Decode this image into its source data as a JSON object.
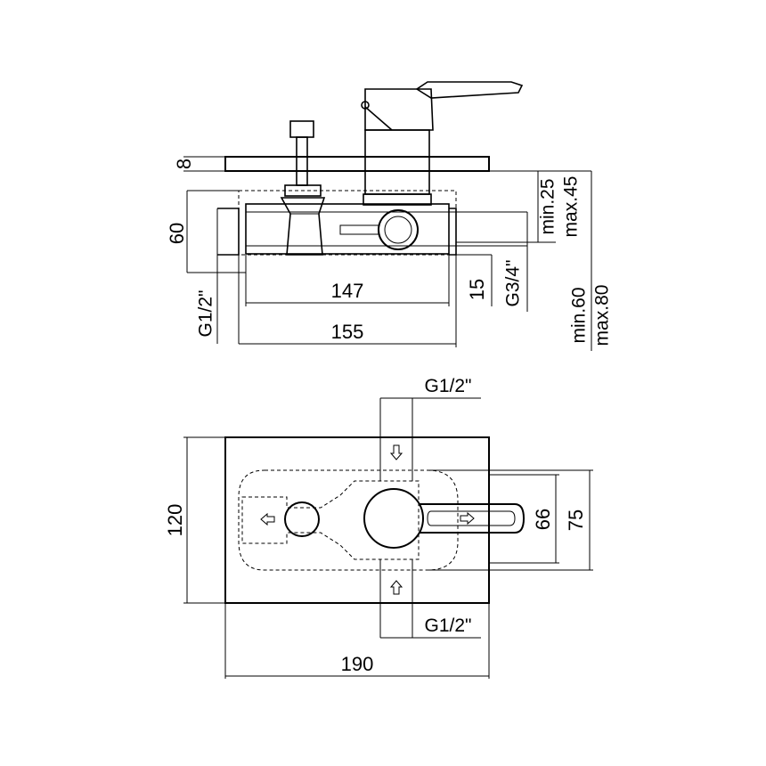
{
  "side_view": {
    "plate_thickness": "8",
    "body_height": "60",
    "box_depth": "147",
    "box_width": "155",
    "outlet_offset": "15",
    "outlet_thread": "G3/4\"",
    "inlet_thread": "G1/2\"",
    "wall_min": "min.25",
    "wall_max": "max.45",
    "depth_min": "min.60",
    "depth_max": "max.80"
  },
  "front_view": {
    "top_inlet_thread": "G1/2\"",
    "bottom_inlet_thread": "G1/2\"",
    "plate_height": "120",
    "plate_width": "190",
    "handle_length": "66",
    "recess_height": "75"
  }
}
